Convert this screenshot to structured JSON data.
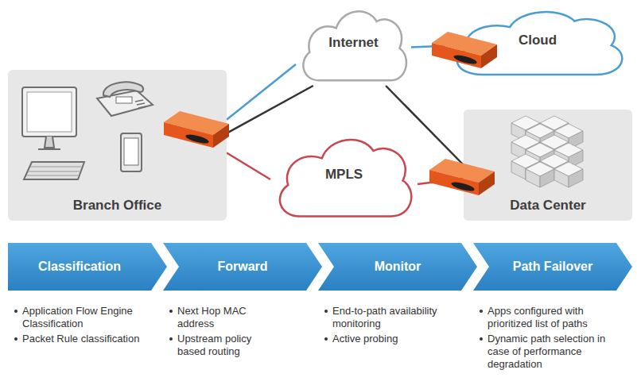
{
  "diagram": {
    "nodes": [
      {
        "text": [
          "Branch Office"
        ]
      },
      {
        "text": [
          "Internet"
        ]
      },
      {
        "text": [
          "MPLS"
        ]
      },
      {
        "text": [
          "Cloud"
        ]
      },
      {
        "text": [
          "Data Center"
        ]
      },
      {
        "text": [
          "Classification"
        ]
      },
      {
        "text": [
          "Forward"
        ]
      },
      {
        "text": [
          "Monitor"
        ]
      },
      {
        "text": [
          "Path Failover"
        ]
      }
    ],
    "edges": [
      {
        "from": 0,
        "to": 1,
        "arrow": "none"
      },
      {
        "from": 0,
        "to": 1,
        "arrow": "none"
      },
      {
        "from": 1,
        "to": 3,
        "arrow": "none"
      },
      {
        "from": 1,
        "to": 4,
        "arrow": "none"
      },
      {
        "from": 0,
        "to": 2,
        "arrow": "none"
      },
      {
        "from": 2,
        "to": 4,
        "arrow": "none"
      }
    ],
    "labels": [
      "Application Flow Engine Classification",
      "Packet Rule classification",
      "Next Hop MAC address",
      "Upstream policy based routing",
      "End-to-path availability monitoring",
      "Active probing",
      "Apps configured with prioritized list of paths",
      "Dynamic path selection in case of performance degradation"
    ]
  }
}
